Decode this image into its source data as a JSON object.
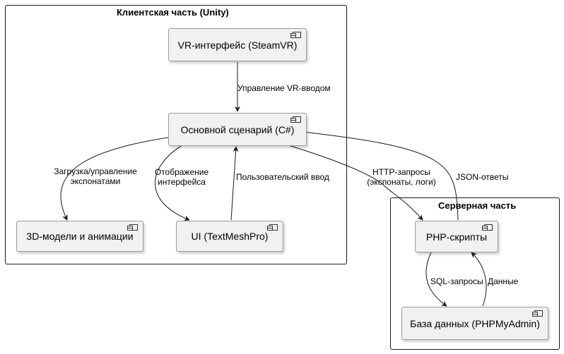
{
  "groups": {
    "client": {
      "title": "Клиентская часть (Unity)"
    },
    "server": {
      "title": "Серверная часть"
    }
  },
  "components": {
    "vr": "VR-интерфейс (SteamVR)",
    "main": "Основной сценарий (C#)",
    "models": "3D-модели и анимации",
    "ui": "UI (TextMeshPro)",
    "php": "PHP-скрипты",
    "db": "База данных (PHPMyAdmin)"
  },
  "edges": {
    "vr_main": "Управление VR-вводом",
    "main_models": [
      "Загрузка/управление",
      "экспонатами"
    ],
    "main_ui": [
      "Отображение",
      "интерфейса"
    ],
    "ui_main": "Пользовательский ввод",
    "main_php": [
      "HTTP-запросы",
      "(экспонаты, логи)"
    ],
    "php_main": "JSON-ответы",
    "php_db": "SQL-запросы",
    "db_php": "Данные"
  },
  "icons": {
    "component": "component-icon"
  }
}
